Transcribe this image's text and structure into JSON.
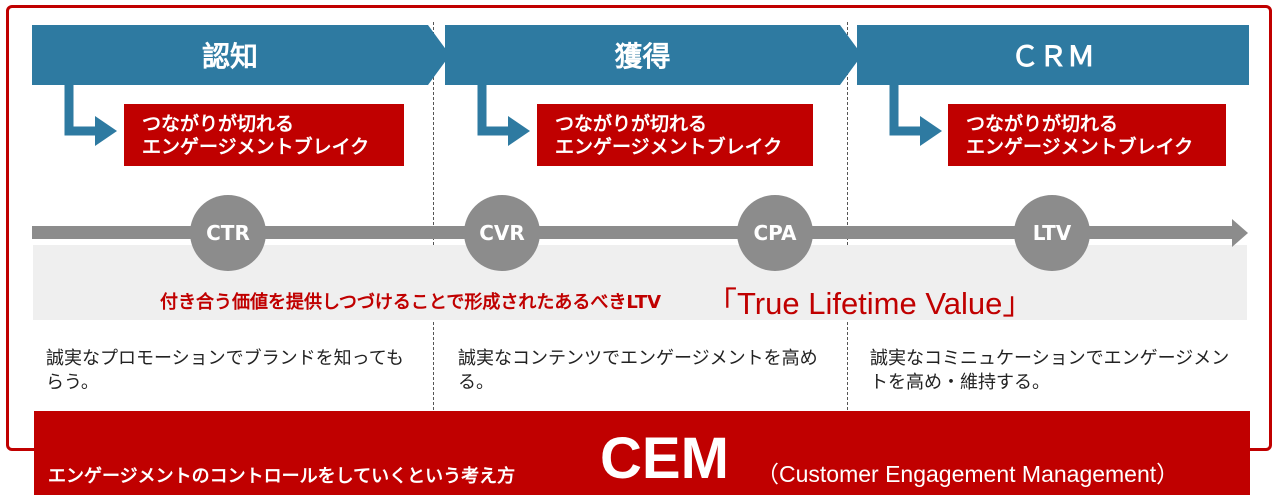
{
  "colors": {
    "blue": "#2e7aa1",
    "red": "#c00000",
    "gray": "#8c8c8c",
    "band": "#efefef"
  },
  "phases": [
    {
      "label": "認知",
      "break_line1": "つながりが切れる",
      "break_line2": "エンゲージメントブレイク",
      "desc": "誠実なプロモーションでブランドを知ってもらう。"
    },
    {
      "label": "獲得",
      "break_line1": "つながりが切れる",
      "break_line2": "エンゲージメントブレイク",
      "desc": "誠実なコンテンツでエンゲージメントを高める。"
    },
    {
      "label": "ＣＲＭ",
      "break_line1": "つながりが切れる",
      "break_line2": "エンゲージメントブレイク",
      "desc": "誠実なコミニュケーションでエンゲージメントを高め・維持する。"
    }
  ],
  "metrics": [
    "CTR",
    "CVR",
    "CPA",
    "LTV"
  ],
  "ltv_note": "付き合う価値を提供しつづけることで形成されたあるべきLTV",
  "ltv_big": "「True Lifetime Value」",
  "footer": {
    "text": "エンゲージメントのコントロールをしていくという考え方",
    "cem": "CEM",
    "full": "（Customer Engagement Management）"
  }
}
